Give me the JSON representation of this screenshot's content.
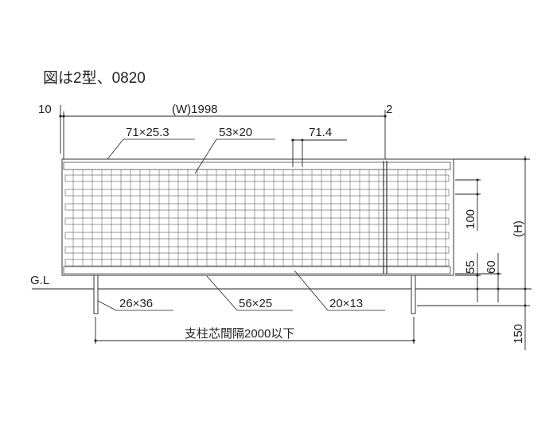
{
  "caption": "図は2型、0820",
  "dimensions": {
    "left_offset": "10",
    "width": "(W)1998",
    "right_offset": "2",
    "top_rail": "71×25.3",
    "slat": "53×20",
    "slat_gap": "71.4",
    "ground_line": "G.L",
    "post": "26×36",
    "bottom_rail": "56×25",
    "bottom_slat": "20×13",
    "post_spacing": "支柱芯間隔2000以下",
    "pitch": "100",
    "height": "(H)",
    "offset_55": "55",
    "offset_60": "60",
    "embed": "150"
  }
}
